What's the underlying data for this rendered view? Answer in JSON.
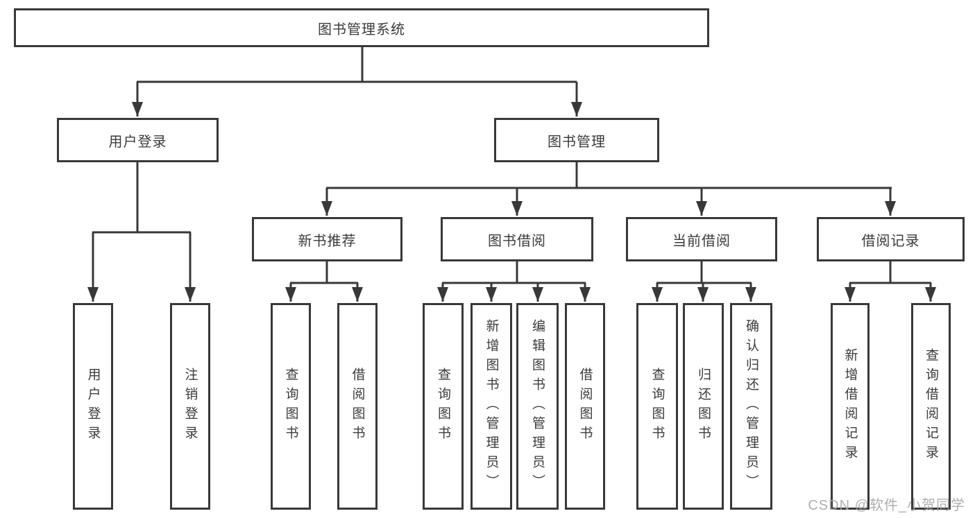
{
  "diagram_type": "functional-structure-tree",
  "tree": {
    "label": "图书管理系统",
    "children": [
      {
        "label": "用户登录",
        "children": [
          {
            "label": "用户登录"
          },
          {
            "label": "注销登录"
          }
        ]
      },
      {
        "label": "图书管理",
        "children": [
          {
            "label": "新书推荐",
            "children": [
              {
                "label": "查询图书"
              },
              {
                "label": "借阅图书"
              }
            ]
          },
          {
            "label": "图书借阅",
            "children": [
              {
                "label": "查询图书"
              },
              {
                "label": "新增图书（管理员）"
              },
              {
                "label": "编辑图书（管理员）"
              },
              {
                "label": "借阅图书"
              }
            ]
          },
          {
            "label": "当前借阅",
            "children": [
              {
                "label": "查询图书"
              },
              {
                "label": "归还图书"
              },
              {
                "label": "确认归还（管理员）"
              }
            ]
          },
          {
            "label": "借阅记录",
            "children": [
              {
                "label": "新增借阅记录"
              },
              {
                "label": "查询借阅记录"
              }
            ]
          }
        ]
      }
    ]
  },
  "watermark": {
    "text": "CSDN @软件_小贺同学"
  },
  "colors": {
    "line": "#383838",
    "text": "#3b3b3b",
    "box_background": "#ffffff",
    "watermark": "#a6a6a6",
    "background": "#ffffff"
  }
}
